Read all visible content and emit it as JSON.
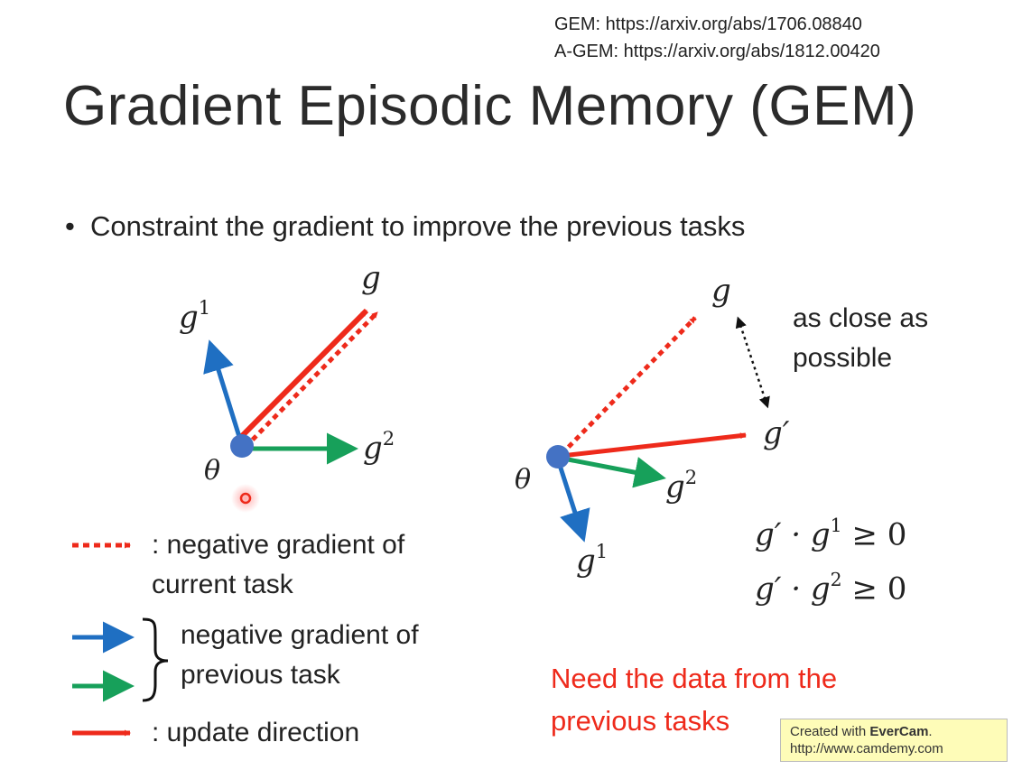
{
  "references": {
    "gem": "GEM: https://arxiv.org/abs/1706.08840",
    "agem": "A-GEM: https://arxiv.org/abs/1812.00420"
  },
  "title": "Gradient Episodic Memory (GEM)",
  "bullet": "Constraint the gradient to improve the previous tasks",
  "left_diagram": {
    "theta": "θ",
    "g": "g",
    "g1_base": "g",
    "g1_sup": "1",
    "g2_base": "g",
    "g2_sup": "2"
  },
  "right_diagram": {
    "theta": "θ",
    "g": "g",
    "gprime": "g′",
    "g1_base": "g",
    "g1_sup": "1",
    "g2_base": "g",
    "g2_sup": "2",
    "note_line1": "as close as",
    "note_line2": "possible"
  },
  "constraints": {
    "c1_prefix": "g′ · g",
    "c1_sup": "1",
    "c1_suffix": " ≥ 0",
    "c2_prefix": "g′ · g",
    "c2_sup": "2",
    "c2_suffix": " ≥ 0"
  },
  "legend": {
    "dotted_line1": ": negative gradient of",
    "dotted_line2": "current task",
    "prev_line1": "negative gradient of",
    "prev_line2": "previous task",
    "update": ": update direction"
  },
  "note_red_line1": "Need the data from the",
  "note_red_line2": "previous tasks",
  "watermark": {
    "prefix": "Created with ",
    "brand": "EverCam",
    "suffix": ".",
    "url": "http://www.camdemy.com"
  },
  "colors": {
    "red": "#ee2a1b",
    "blue": "#1f6fc2",
    "green": "#17a05a",
    "node": "#4472c4"
  }
}
